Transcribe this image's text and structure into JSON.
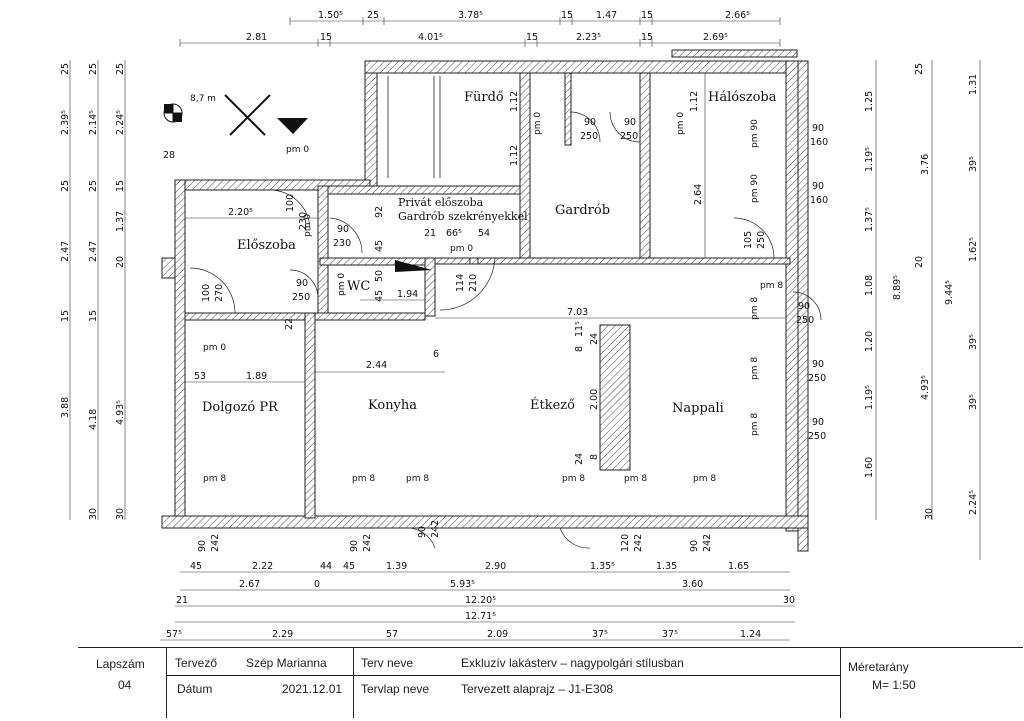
{
  "rooms": {
    "furdo": "Fürdő",
    "haloszoba": "Hálószoba",
    "privat_eloszoba_1": "Privát előszoba",
    "privat_eloszoba_2": "Gardrób szekrényekkel",
    "gardrob": "Gardrób",
    "eloszoba": "Előszoba",
    "wc": "WC",
    "dolgozo": "Dolgozó PR",
    "konyha": "Konyha",
    "etkezo": "Étkező",
    "nappali": "Nappali"
  },
  "north": {
    "label": "8,7 m"
  },
  "pm": {
    "pm0": "pm 0",
    "pm8": "pm 8",
    "pm90": "pm 90"
  },
  "top_dims_row1": [
    "1.50⁵",
    "25",
    "3.78⁵",
    "15",
    "1.47",
    "15",
    "2.66⁵"
  ],
  "top_dims_row2": [
    "2.81",
    "15",
    "4.01⁵",
    "15",
    "2.23⁵",
    "15",
    "2.69⁵"
  ],
  "bottom_dims_row1": [
    "45",
    "2.22",
    "44",
    "45",
    "1.39",
    "2.90",
    "1.35⁵",
    "1.35",
    "1.65"
  ],
  "bottom_dims_row2": [
    "2.67",
    "0",
    "5.93⁵",
    "3.60"
  ],
  "bottom_dims_row3": [
    "21",
    "12.20⁵",
    "30"
  ],
  "bottom_dims_row4": [
    "12.71⁵"
  ],
  "bottom_dims_row5": [
    "57⁵",
    "2.29",
    "57",
    "2.09",
    "37⁵",
    "37⁵",
    "1.24"
  ],
  "left_dims_col1": [
    "25",
    "2.39⁵",
    "25",
    "2.47",
    "15",
    "3.88"
  ],
  "left_dims_col2": [
    "25",
    "2.14⁵",
    "25",
    "2.47",
    "15",
    "4.18",
    "30"
  ],
  "left_dims_col3": [
    "25",
    "2.24⁵",
    "15",
    "1.37",
    "20",
    "4.93⁵",
    "30"
  ],
  "right_dims_col1": [
    "1.25",
    "1.19⁵",
    "1.37⁵",
    "1.08",
    "1.20",
    "1.19⁵",
    "1.60"
  ],
  "right_dims_col2": [
    "25",
    "20",
    "8.89⁵",
    "30"
  ],
  "right_dims_col3": [
    "3.76",
    "4.93⁵",
    "9.44⁵"
  ],
  "right_dims_col4": [
    "1.31",
    "39⁵",
    "1.62⁵",
    "39⁵",
    "39⁵",
    "2.24⁵"
  ],
  "interior_dims": {
    "d220": "2.20⁵",
    "d703": "7.03",
    "d244": "2.44",
    "d189": "1.89",
    "d53": "53",
    "d194": "1.94",
    "d200": "2.00",
    "d264": "2.64",
    "d112a": "1.12",
    "d112b": "1.12",
    "d21": "21",
    "d66": "66⁵",
    "d54": "54",
    "d92": "92",
    "d45a": "45",
    "d45b": "45",
    "d50": "50",
    "d22": "22",
    "d6": "6",
    "d28": "28",
    "d24a": "24",
    "d24b": "24",
    "d11": "11⁵",
    "d8a": "8",
    "d8b": "8"
  },
  "openings": {
    "o100_230": [
      "100",
      "230"
    ],
    "o90_230": [
      "90",
      "230"
    ],
    "o100_270": [
      "100",
      "270"
    ],
    "o90_250_wc": [
      "90",
      "250"
    ],
    "o114_210": [
      "114",
      "210"
    ],
    "o90_250_f1": [
      "90",
      "250"
    ],
    "o90_250_f2": [
      "90",
      "250"
    ],
    "o105_250": [
      "105",
      "250"
    ],
    "o90_160_a": [
      "90",
      "160"
    ],
    "o90_160_b": [
      "90",
      "160"
    ],
    "o90_250_r1": [
      "90",
      "250"
    ],
    "o90_250_r2": [
      "90",
      "250"
    ],
    "o90_250_r3": [
      "90",
      "250"
    ],
    "bottom_windows": [
      [
        "90",
        "242"
      ],
      [
        "90",
        "242"
      ],
      [
        "90",
        "242"
      ],
      [
        "120",
        "242"
      ],
      [
        "90",
        "242"
      ]
    ]
  },
  "title_block": {
    "lapszam_label": "Lapszám",
    "lapszam_value": "04",
    "tervezo_label": "Tervező",
    "tervezo_value": "Szép Marianna",
    "datum_label": "Dátum",
    "datum_value": "2021.12.01",
    "terv_neve_label": "Terv neve",
    "terv_neve_value": "Exkluzív lakásterv – nagypolgári stílusban",
    "tervlap_neve_label": "Tervlap neve",
    "tervlap_neve_value": "Tervezett alaprajz – J1-E308",
    "meretarany_label": "Méretarány",
    "meretarany_value": "M= 1:50"
  }
}
